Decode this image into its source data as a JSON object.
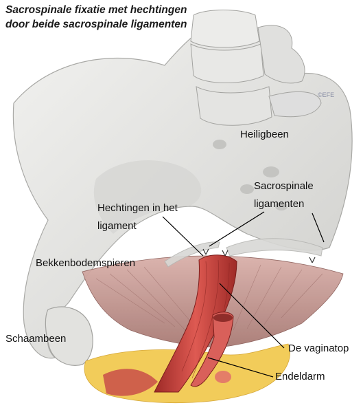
{
  "title": {
    "line1": "Sacrospinale fixatie met hechtingen",
    "line2": "door beide sacrospinale ligamenten"
  },
  "copyright": "©EFE",
  "labels": {
    "heiligbeen": "Heiligbeen",
    "sacrospinale_line1": "Sacrospinale",
    "sacrospinale_line2": "ligamenten",
    "hechtingen_line1": "Hechtingen in het",
    "hechtingen_line2": "ligament",
    "bekkenbodem": "Bekkenbodemspieren",
    "schaambeen": "Schaambeen",
    "vaginatop": "De vaginatop",
    "endeldarm": "Endeldarm"
  },
  "colors": {
    "bone": "#e6e6e4",
    "bone_shadow": "#b9b9b6",
    "muscle": "#c99a95",
    "vagina": "#c8403c",
    "fat": "#f2cc5a",
    "leader_line": "#000000"
  }
}
